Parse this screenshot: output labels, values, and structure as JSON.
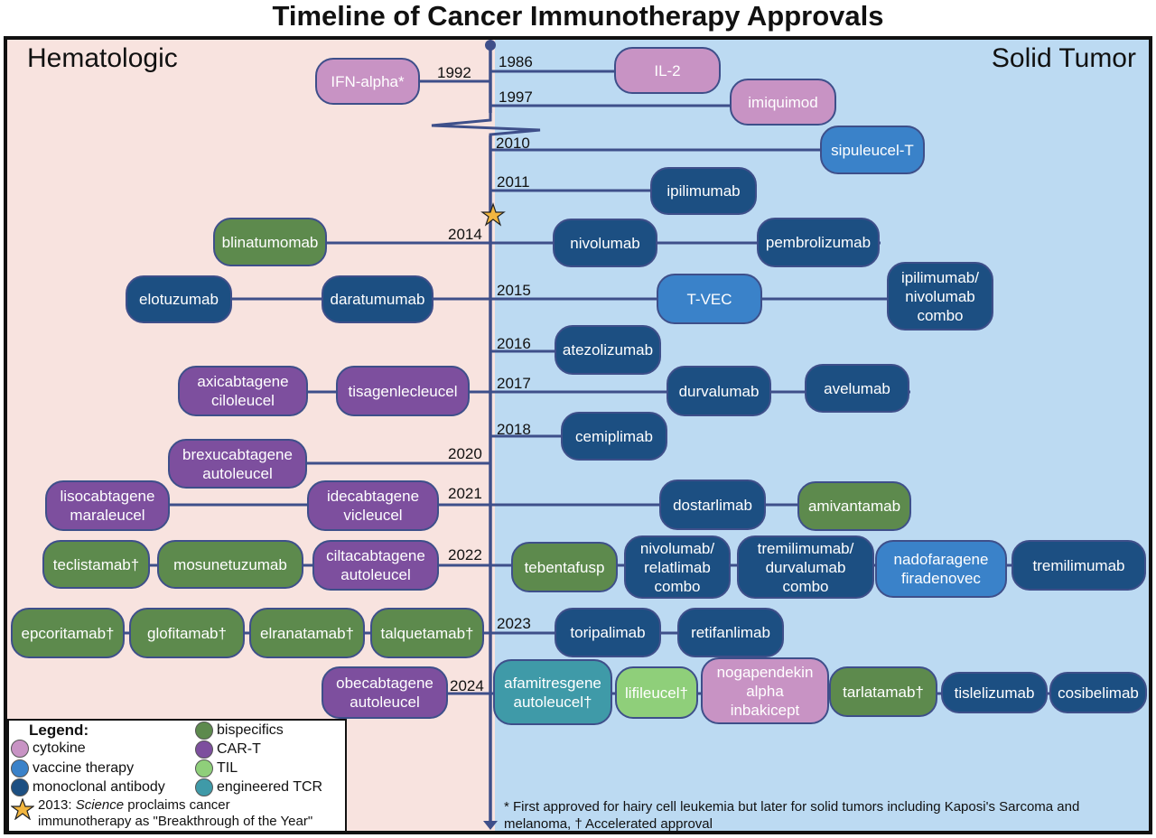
{
  "title": "Timeline of Cancer Immunotherapy Approvals",
  "left_label": "Hematologic",
  "right_label": "Solid Tumor",
  "colors": {
    "cytokine": "#c893c4",
    "vaccine": "#3a82c9",
    "mab": "#1c4f82",
    "bispecific": "#5d8a4d",
    "cart": "#7d4f9e",
    "til": "#8fcf7a",
    "tcr": "#3f9aa8",
    "line": "#3e4f8a"
  },
  "years": [
    "1986",
    "1992",
    "1997",
    "2010",
    "2011",
    "2014",
    "2015",
    "2016",
    "2017",
    "2018",
    "2020",
    "2021",
    "2022",
    "2023",
    "2024"
  ],
  "nodes": {
    "ifn_alpha": "IFN-alpha*",
    "il2": "IL-2",
    "imiquimod": "imiquimod",
    "sipuleucel": "sipuleucel-T",
    "ipilimumab": "ipilimumab",
    "blinatumomab": "blinatumomab",
    "nivolumab": "nivolumab",
    "pembrolizumab": "pembrolizumab",
    "elotuzumab": "elotuzumab",
    "daratumumab": "daratumumab",
    "tvec": "T-VEC",
    "ipi_nivo": "ipilimumab/\nnivolumab\ncombo",
    "atezolizumab": "atezolizumab",
    "axicabtagene": "axicabtagene\nciloleucel",
    "tisagenlecleucel": "tisagenlecleucel",
    "durvalumab": "durvalumab",
    "avelumab": "avelumab",
    "cemiplimab": "cemiplimab",
    "brexucabtagene": "brexucabtagene\nautoleucel",
    "lisocabtagene": "lisocabtagene\nmaraleucel",
    "idecabtagene": "idecabtagene\nvicleucel",
    "dostarlimab": "dostarlimab",
    "amivantamab": "amivantamab",
    "teclistamab": "teclistamab†",
    "mosunetuzumab": "mosunetuzumab",
    "ciltacabtagene": "ciltacabtagene\nautoleucel",
    "tebentafusp": "tebentafusp",
    "nivo_rela": "nivolumab/\nrelatlimab\ncombo",
    "treme_durva": "tremilimumab/\ndurvalumab\ncombo",
    "nadofaragene": "nadofaragene\nfiradenovec",
    "tremilimumab": "tremilimumab",
    "epcoritamab": "epcoritamab†",
    "glofitamab": "glofitamab†",
    "elranatamab": "elranatamab†",
    "talquetamab": "talquetamab†",
    "toripalimab": "toripalimab",
    "retifanlimab": "retifanlimab",
    "obecabtagene": "obecabtagene\nautoleucel",
    "afamitresgene": "afamitresgene\nautoleucel†",
    "lifileucel": "lifileucel†",
    "nogapendekin": "nogapendekin\nalpha\ninbakicept",
    "tarlatamab": "tarlatamab†",
    "tislelizumab": "tislelizumab",
    "cosibelimab": "cosibelimab"
  },
  "legend": {
    "heading": "Legend:",
    "cytokine": "cytokine",
    "vaccine": "vaccine therapy",
    "mab": "monoclonal antibody",
    "bispecific": "bispecifics",
    "cart": "CAR-T",
    "til": "TIL",
    "tcr": "engineered TCR",
    "star_year": "2013: ",
    "star_journal": "Science",
    "star_text": " proclaims cancer",
    "star_text2": "immunotherapy as \"Breakthrough of the Year\""
  },
  "footnote": "* First approved for hairy cell leukemia but later for solid tumors including Kaposi's Sarcoma and melanoma, † Accelerated approval"
}
